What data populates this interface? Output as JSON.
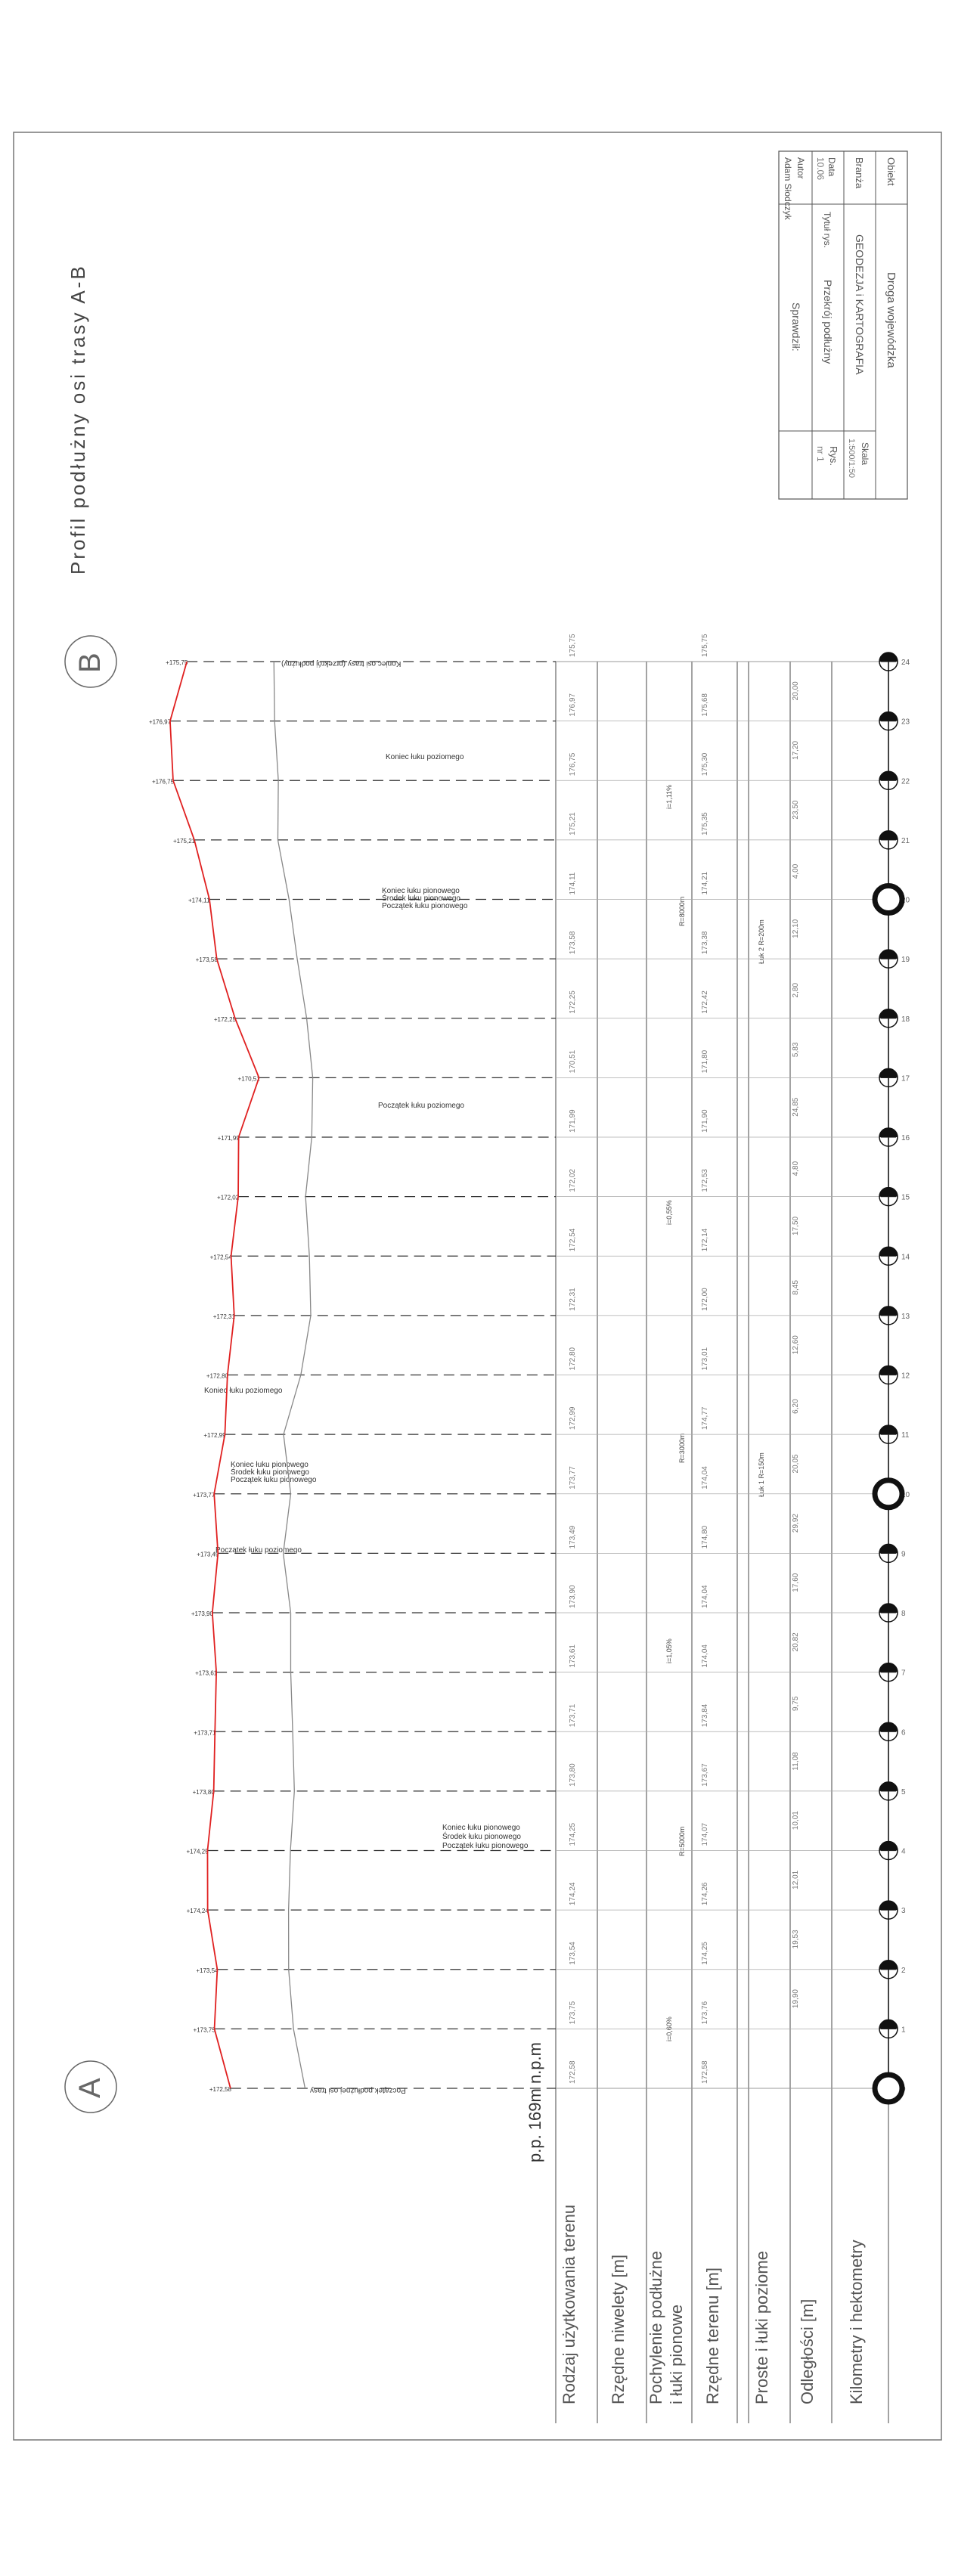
{
  "title": "Profil podłużny osi trasy A-B",
  "points": {
    "start": "A",
    "end": "B"
  },
  "comparison_plane": "p.p. 169m n.p.m",
  "rows": {
    "landuse": "Rodzaj użytkowania terenu",
    "grade": "Rzędne niwelety [m]",
    "slopes_line1": "Pochylenie podłużne",
    "slopes_line2": "i łuki pionowe",
    "terrain": "Rzędne terenu [m]",
    "straights": "Proste i łuki poziome",
    "distances": "Odległości [m]",
    "chainage": "Kilometry i hektometry"
  },
  "titleblock": {
    "object_label": "Obiekt",
    "object_value": "Droga wojewódzka",
    "phase_label": "Branża",
    "phase_value": "GEODEZJA i KARTOGRAFIA",
    "scale_label": "Skala",
    "scale_value": "1:500/1:50",
    "date_label": "Data",
    "date_value": "10.06",
    "drawing_label": "Tytuł rys.",
    "drawing_value": "Przekrój podłużny",
    "fig_label": "Rys.",
    "fig_value": "nr 1",
    "author_label": "Autor",
    "author_value": "Adam Słodczyk",
    "checked_label": "Sprawdził:"
  },
  "annotations": {
    "tangent_start": "Początek łuku poziomego",
    "tangent_end": "Koniec łuku poziomego",
    "curve_start": "Początek łuku pionowego",
    "curve_mid": "Środek łuku pionowego",
    "curve_end": "Koniec łuku pionowego",
    "start_station": "Początek podłużnej osi trasy",
    "end_station": "Koniec osi trasy (przekrój podłużny)"
  },
  "stations": [
    {
      "grade": "172,58",
      "terrain": "172,58",
      "dist": ""
    },
    {
      "grade": "173,75",
      "terrain": "173,76",
      "dist": "19,90"
    },
    {
      "grade": "173,54",
      "terrain": "174,25",
      "dist": "19,53"
    },
    {
      "grade": "174,24",
      "terrain": "174,26",
      "dist": "12,01"
    },
    {
      "grade": "174,25",
      "terrain": "174,07",
      "dist": "10,01"
    },
    {
      "grade": "173,80",
      "terrain": "173,67",
      "dist": "11,08"
    },
    {
      "grade": "173,71",
      "terrain": "173,84",
      "dist": "9,75"
    },
    {
      "grade": "173,61",
      "terrain": "174,04",
      "dist": "20,82"
    },
    {
      "grade": "173,90",
      "terrain": "174,04",
      "dist": "17,60"
    },
    {
      "grade": "173,49",
      "terrain": "174,80",
      "dist": "29,92"
    },
    {
      "grade": "173,77",
      "terrain": "174,04",
      "dist": "20,05"
    },
    {
      "grade": "172,99",
      "terrain": "174,77",
      "dist": "6,20"
    },
    {
      "grade": "172,80",
      "terrain": "173,01",
      "dist": "12,60"
    },
    {
      "grade": "172,31",
      "terrain": "172,00",
      "dist": "8,45"
    },
    {
      "grade": "172,54",
      "terrain": "172,14",
      "dist": "17,50"
    },
    {
      "grade": "172,02",
      "terrain": "172,53",
      "dist": "4,80"
    },
    {
      "grade": "171,99",
      "terrain": "171,90",
      "dist": "24,85"
    },
    {
      "grade": "170,51",
      "terrain": "171,80",
      "dist": "5,83"
    },
    {
      "grade": "172,25",
      "terrain": "172,42",
      "dist": "2,80"
    },
    {
      "grade": "173,58",
      "terrain": "173,38",
      "dist": "12,10"
    },
    {
      "grade": "174,11",
      "terrain": "174,21",
      "dist": "4,00"
    },
    {
      "grade": "175,21",
      "terrain": "175,35",
      "dist": "23,50"
    },
    {
      "grade": "176,75",
      "terrain": "175,30",
      "dist": "17,20"
    },
    {
      "grade": "176,97",
      "terrain": "175,68",
      "dist": "20,00"
    },
    {
      "grade": "175,75",
      "terrain": "175,75",
      "dist": ""
    }
  ],
  "chainage": [
    "0",
    "1",
    "2",
    "3",
    "4",
    "5",
    "6",
    "7",
    "8",
    "9",
    "10",
    "11",
    "12",
    "13",
    "14",
    "15",
    "16",
    "17",
    "18",
    "19",
    "20",
    "21",
    "22",
    "23",
    "24"
  ],
  "slope_labels": [
    "i=0,60%",
    "i=1,05%",
    "i=0,55%",
    "i=1,11%"
  ],
  "curve_labels": [
    "R=5000m",
    "R=3000m",
    "R=8000m"
  ],
  "straight_labels": [
    "Łuk 1 R=150m",
    "Łuk 2 R=200m"
  ],
  "colors": {
    "grade": "#e02020",
    "terrain": "#888888",
    "frame": "#555555"
  }
}
